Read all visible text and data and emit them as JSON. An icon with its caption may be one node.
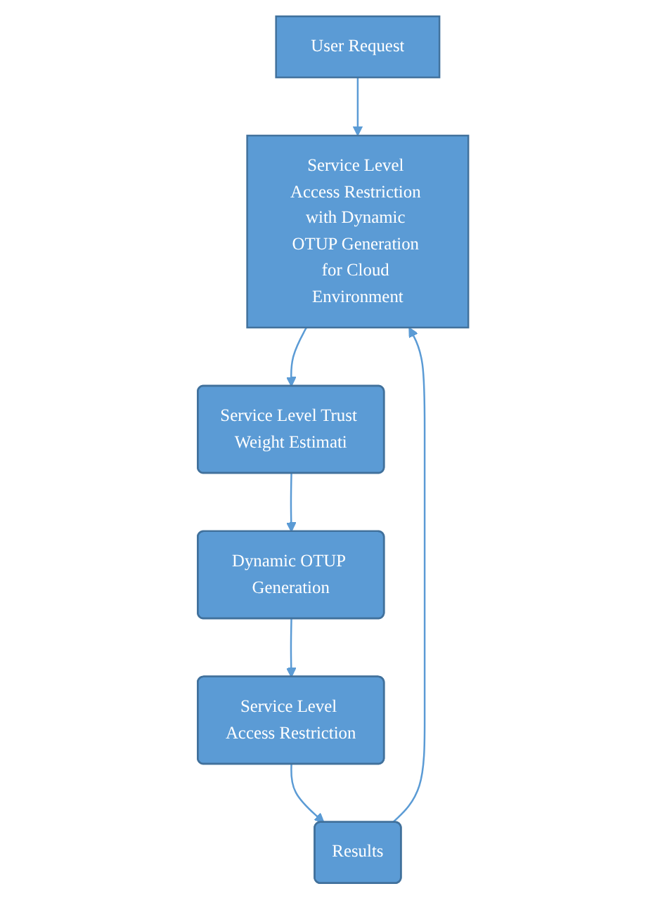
{
  "diagram": {
    "nodes": [
      {
        "text": [
          "User Request"
        ]
      },
      {
        "text": [
          "Service Level Access Restriction with Dynamic OTUP Generation for Cloud Environment"
        ]
      },
      {
        "text": [
          "Service Level Trust Weight Estimati"
        ]
      },
      {
        "text": [
          "Dynamic OTUP Generation"
        ]
      },
      {
        "text": [
          "Service Level Access Restriction"
        ]
      },
      {
        "text": [
          "Results"
        ]
      }
    ],
    "edges": [
      {
        "from": 0,
        "to": 1,
        "arrow": "to"
      },
      {
        "from": 1,
        "to": 2,
        "arrow": "to"
      },
      {
        "from": 2,
        "to": 3,
        "arrow": "to"
      },
      {
        "from": 3,
        "to": 4,
        "arrow": "to"
      },
      {
        "from": 4,
        "to": 5,
        "arrow": "to"
      },
      {
        "from": 5,
        "to": 1,
        "arrow": "to"
      }
    ]
  }
}
